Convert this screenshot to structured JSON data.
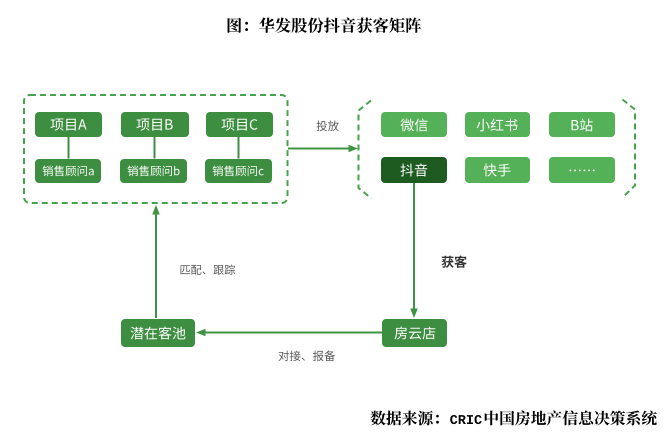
{
  "figure": {
    "title": "图：华发股份抖音获客矩阵",
    "source_note": "数据来源：CRIC中国房地产信息决策系统"
  },
  "projects_group": {
    "projects": [
      {
        "label": "项目A"
      },
      {
        "label": "项目B"
      },
      {
        "label": "项目C"
      }
    ],
    "consultants": [
      {
        "label": "销售顾问a"
      },
      {
        "label": "销售顾问b"
      },
      {
        "label": "销售顾问c"
      }
    ]
  },
  "platforms_group": {
    "row1": [
      {
        "label": "微信"
      },
      {
        "label": "小红书"
      },
      {
        "label": "B站"
      }
    ],
    "row2": [
      {
        "label": "抖音",
        "highlighted": true
      },
      {
        "label": "快手"
      },
      {
        "label": "……"
      }
    ]
  },
  "nodes": {
    "fangyundian": {
      "label": "房云店"
    },
    "qianzaikechi": {
      "label": "潜在客池"
    }
  },
  "flow_labels": {
    "toufang": {
      "label": "投放"
    },
    "huoke": {
      "label": "获客"
    },
    "pipei": {
      "label": "匹配、跟踪"
    },
    "duijie": {
      "label": "对接、报备"
    }
  },
  "colors": {
    "node_green": "#3E8E41",
    "platform_green": "#55B157",
    "douyin_dark_green": "#1E5B21",
    "arrow_green": "#3F9443",
    "dashed_border_green": "#47A34B",
    "flow_label_grey": "#595959",
    "emphasis_text": "#333333",
    "background": "#FFFFFF"
  }
}
